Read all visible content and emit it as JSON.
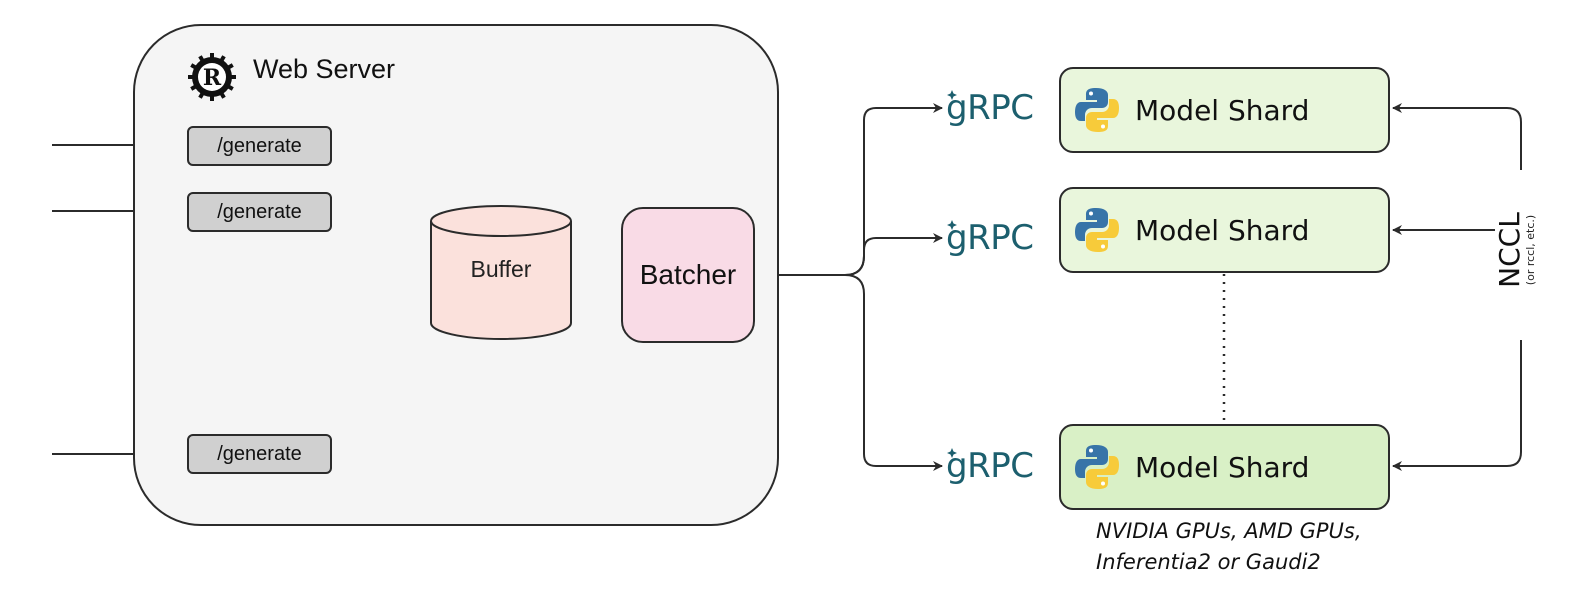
{
  "web_server": {
    "title": "Web Server",
    "icon": "rust-logo-icon",
    "endpoints": [
      {
        "label": "/generate"
      },
      {
        "label": "/generate"
      },
      {
        "label": "/generate"
      }
    ]
  },
  "buffer": {
    "label": "Buffer",
    "color": "#fbe1dc"
  },
  "batcher": {
    "label": "Batcher",
    "color": "#f9dbe6"
  },
  "grpc_label": "gRPC",
  "shards": [
    {
      "label": "Model Shard",
      "color": "#e9f6dc"
    },
    {
      "label": "Model Shard",
      "color": "#e9f6dc"
    },
    {
      "label": "Model Shard",
      "color": "#d9f0c6"
    }
  ],
  "nccl": {
    "label": "NCCL",
    "sublabel": "(or rccl, etc.)"
  },
  "hardware_note": {
    "line1": "NVIDIA GPUs, AMD GPUs,",
    "line2": "Inferentia2 or Gaudi2"
  },
  "colors": {
    "stroke": "#2b2b2b",
    "grpc": "#1c5f6e",
    "server_bg": "#f5f5f5"
  }
}
